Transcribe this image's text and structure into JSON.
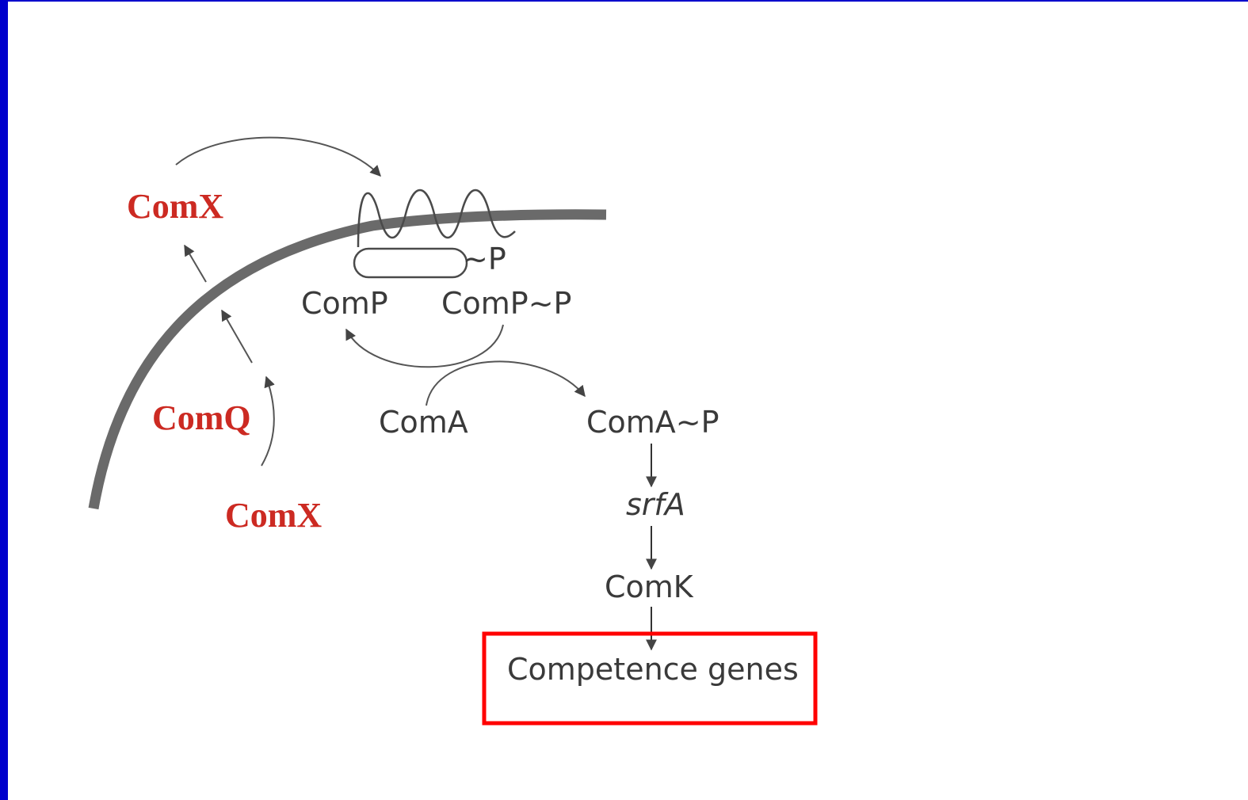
{
  "colors": {
    "frame": "#0000cc",
    "highlight": "#ff0000",
    "red_label": "#cc2a22",
    "gray_text": "#3a3a3a",
    "membrane": "#606060",
    "arrow": "#555555"
  },
  "labels": {
    "comx_top": "ComX",
    "comq": "ComQ",
    "comx_bottom": "ComX",
    "phospho_p": "~P",
    "comp": "ComP",
    "comp_p": "ComP~P",
    "coma": "ComA",
    "coma_p": "ComA~P",
    "srfa": "srfA",
    "comk": "ComK",
    "competence_genes": "Competence genes"
  }
}
